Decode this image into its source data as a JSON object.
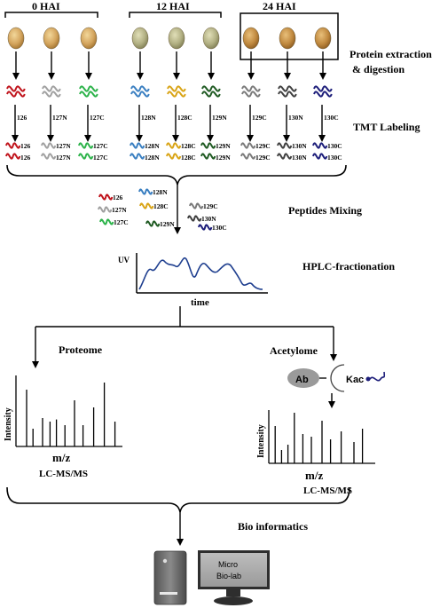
{
  "timepoints": [
    "0 HAI",
    "12 HAI",
    "24 HAI"
  ],
  "steps": {
    "extraction": [
      "Protein extraction",
      "& digestion"
    ],
    "tmt": "TMT Labeling",
    "mixing": "Peptides Mixing",
    "hplc": "HPLC-fractionation",
    "bioinfo": "Bio informatics"
  },
  "tags": [
    "126",
    "127N",
    "127C",
    "128N",
    "128C",
    "129N",
    "129C",
    "130N",
    "130C"
  ],
  "colors": {
    "126": "#c0131b",
    "127N": "#a0a0a0",
    "127C": "#2cb34a",
    "128N": "#3a7fc1",
    "128C": "#d9a416",
    "129N": "#1f5a22",
    "129C": "#7a7a7a",
    "130N": "#404040",
    "130C": "#1d1e7a",
    "seed_green": "#a9a77a",
    "seed_brown": "#c59a52",
    "seed_tan": "#d4a55e",
    "trace": "#1f3f8f",
    "ab": "#9a9a9a"
  },
  "hplc_plot": {
    "ylabel": "UV",
    "xlabel": "time"
  },
  "branches": {
    "left": "Proteome",
    "right": "Acetylome",
    "antibody": "Ab",
    "kac": "Kac"
  },
  "spectrum": {
    "ylabel": "Intensity",
    "xlabel": "m/z",
    "caption": "LC-MS/MS"
  },
  "computer": {
    "screen_line1": "Micro",
    "screen_line2": "Bio-lab"
  }
}
